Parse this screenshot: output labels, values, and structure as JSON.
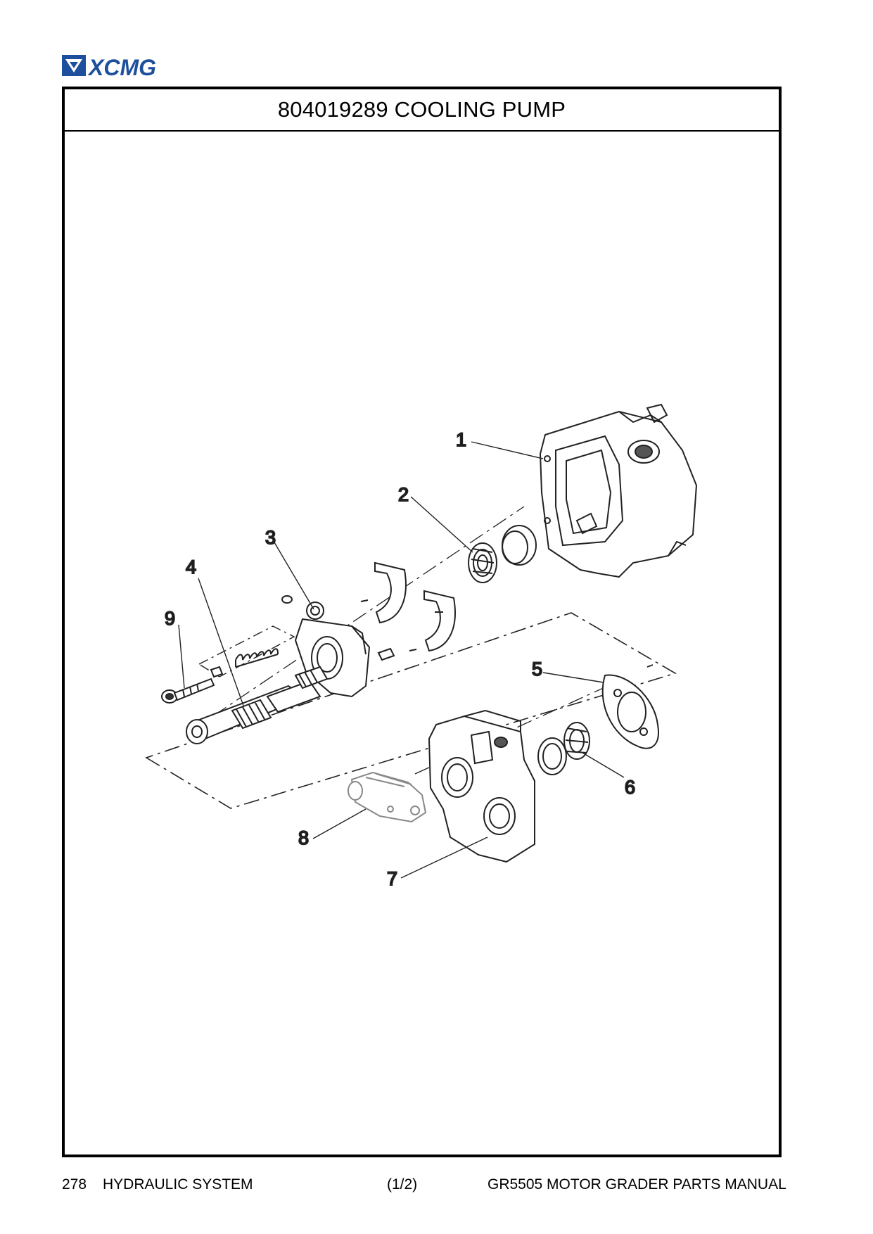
{
  "header": {
    "brand": "XCMG"
  },
  "figure": {
    "title": "804019289 COOLING PUMP",
    "callouts": [
      "1",
      "2",
      "3",
      "4",
      "5",
      "6",
      "7",
      "8",
      "9"
    ]
  },
  "footer": {
    "page_number": "278",
    "section": "HYDRAULIC SYSTEM",
    "sheet": "(1/2)",
    "manual_title": "GR5505 MOTOR GRADER PARTS MANUAL"
  }
}
